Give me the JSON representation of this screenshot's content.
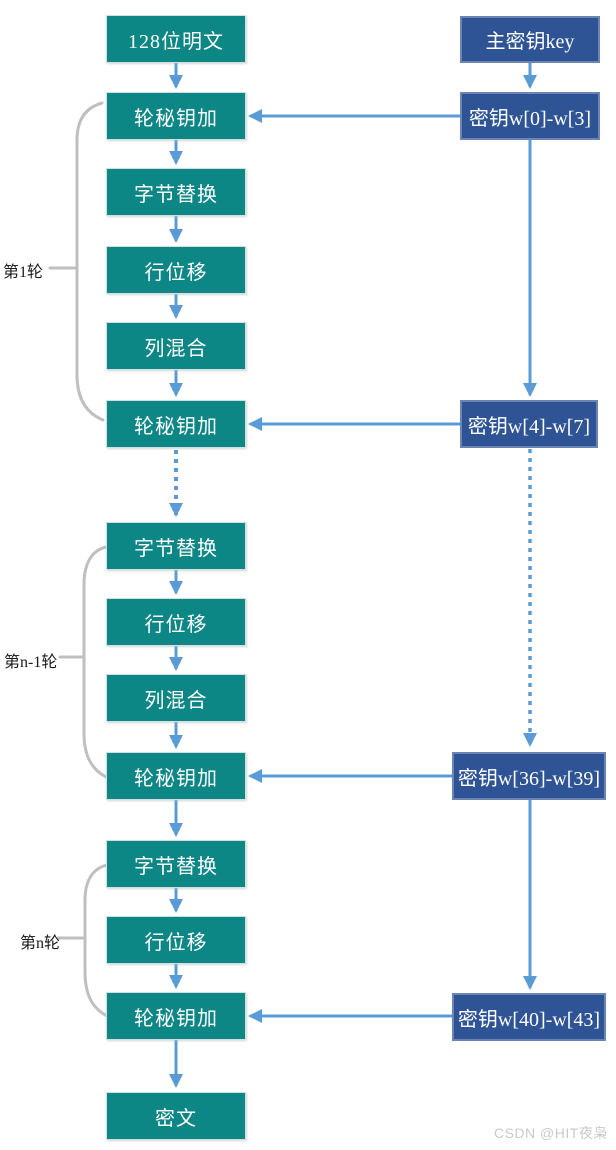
{
  "flowchart": {
    "title_semantic": "AES encryption round structure",
    "left_nodes": [
      "128位明文",
      "轮秘钥加",
      "字节替换",
      "行位移",
      "列混合",
      "轮秘钥加",
      "字节替换",
      "行位移",
      "列混合",
      "轮秘钥加",
      "字节替换",
      "行位移",
      "轮秘钥加",
      "密文"
    ],
    "right_nodes": [
      "主密钥key",
      "密钥w[0]-w[3]",
      "密钥w[4]-w[7]",
      "密钥w[36]-w[39]",
      "密钥w[40]-w[43]"
    ],
    "round_labels": [
      "第1轮",
      "第n-1轮",
      "第n轮"
    ],
    "watermark": "CSDN @HIT夜枭",
    "colors": {
      "process_fill": "#0d8686",
      "key_fill": "#2f5496",
      "arrow": "#5b9bd5",
      "bracket": "#bfbfbf"
    }
  }
}
